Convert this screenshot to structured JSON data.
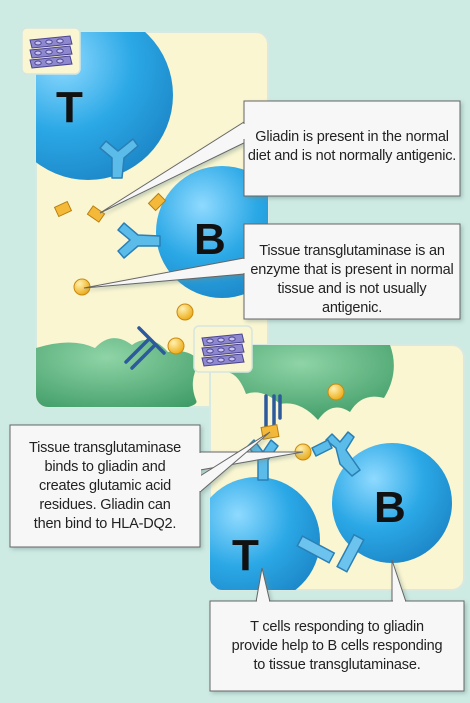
{
  "cells": {
    "panel1_t": "T",
    "panel1_b": "B",
    "panel2_t": "T",
    "panel2_b": "B"
  },
  "callouts": {
    "gliadin": [
      "Gliadin is present in the normal",
      "diet and is not normally antigenic."
    ],
    "transglutaminase": [
      "Tissue transglutaminase is an",
      "enzyme that is present in normal",
      "tissue and is not usually antigenic."
    ],
    "binding": [
      "Tissue transglutaminase",
      "binds to gliadin and",
      "creates glutamic acid",
      "residues. Gliadin can",
      "then bind to HLA-DQ2."
    ],
    "help": [
      "T cells responding to gliadin",
      "provide help to B cells responding",
      "to tissue transglutaminase."
    ]
  },
  "icons": [
    "tissue-cells-icon",
    "tissue-cells-icon"
  ],
  "colors": {
    "background": "#cdeae3",
    "panel": "#fbf6d2",
    "cell_blue": "#2ba8e6",
    "receptor_blue": "#5bbbe9",
    "tissue_green": "#55b27a",
    "gliadin_orange": "#f5b93a",
    "enzyme_yellow": "#f3c53f",
    "mhc_navy": "#2d5a9c"
  }
}
